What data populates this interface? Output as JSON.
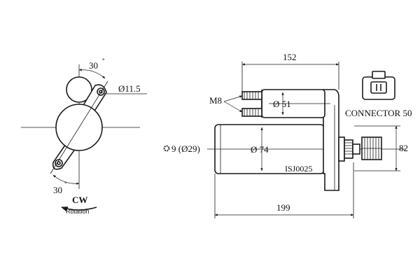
{
  "part_code": "ISJ0025",
  "connector_label": "CONNECTOR 50",
  "teeth_label": "9 (Ø29)",
  "rotation": {
    "direction": "CW",
    "caption": "Rotation"
  },
  "dimensions": {
    "overall_length": "199",
    "flange_to_front": "152",
    "height": "82",
    "body_diameter": "Ø 74",
    "solenoid_diameter": "Ø 51",
    "mount_hole": "Ø11.5",
    "angle_top": "30",
    "angle_bottom": "30",
    "terminal_thread": "M8"
  },
  "colors": {
    "line": "#1a1a1a",
    "background": "#ffffff"
  }
}
